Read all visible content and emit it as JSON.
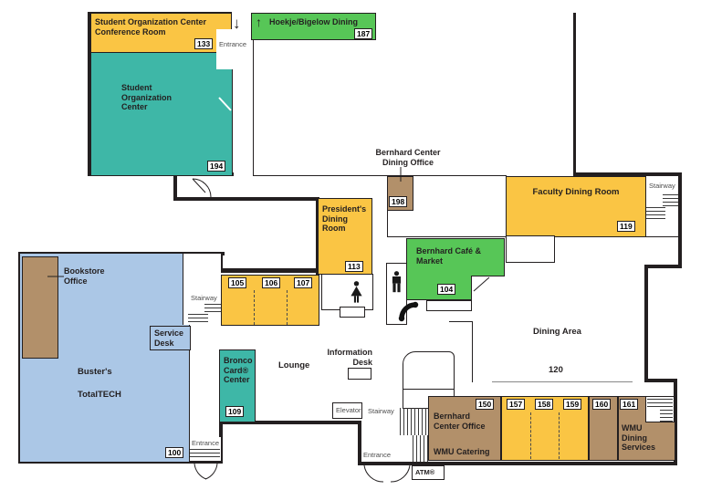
{
  "colors": {
    "yellow": "#FAC544",
    "teal": "#3EB7A7",
    "green": "#57C657",
    "blue": "#ABC7E6",
    "tan": "#B2906A",
    "wall": "#231F20"
  },
  "rooms": {
    "soc_conference": {
      "name": "Student Organization Center Conference Room",
      "number": "133"
    },
    "soc": {
      "name": "Student Organization Center",
      "number": "194"
    },
    "hoekje": {
      "name": "Hoekje/Bigelow Dining",
      "number": "187"
    },
    "dining_office": {
      "name": "Bernhard Center Dining Office",
      "number": "198"
    },
    "faculty_dining": {
      "name": "Faculty Dining Room",
      "number": "119"
    },
    "presidents_dining": {
      "name": "President's Dining Room",
      "number": "113"
    },
    "cafe": {
      "name": "Bernhard Café & Market",
      "number": "104"
    },
    "room_105": {
      "number": "105"
    },
    "room_106": {
      "number": "106"
    },
    "room_107": {
      "number": "107"
    },
    "bookstore_office": {
      "name": "Bookstore Office"
    },
    "service_desk": {
      "name": "Service Desk"
    },
    "busters": {
      "name": "Buster's",
      "name2": "TotalTECH",
      "number": "100"
    },
    "bronco": {
      "name": "Bronco Card® Center",
      "number": "109"
    },
    "lounge": {
      "name": "Lounge"
    },
    "info_desk": {
      "name": "Information Desk"
    },
    "dining_area": {
      "name": "Dining Area",
      "number": "120"
    },
    "bc_office": {
      "name": "Bernhard Center Office",
      "name2": "WMU Catering",
      "number": "150"
    },
    "room_157": {
      "number": "157"
    },
    "room_158": {
      "number": "158"
    },
    "room_159": {
      "number": "159"
    },
    "room_160": {
      "number": "160"
    },
    "room_161": {
      "number": "161"
    },
    "wmu_dining": {
      "name": "WMU Dining Services"
    }
  },
  "labels": {
    "entrance": "Entrance",
    "stairway": "Stairway",
    "elevator": "Elevator",
    "atm": "ATM®"
  },
  "icons": {
    "up_arrow": "↑",
    "down_arrow": "↓"
  }
}
